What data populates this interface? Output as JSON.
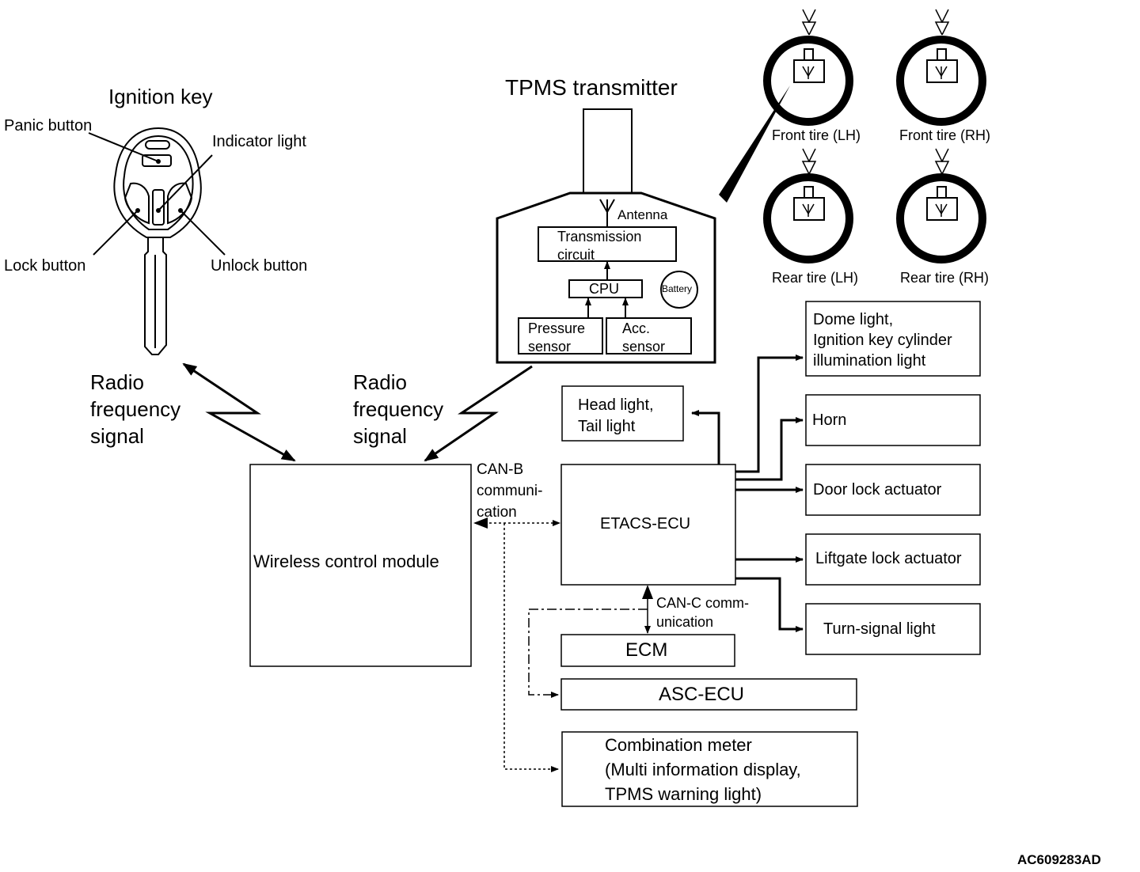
{
  "ignition_key": {
    "title": "Ignition key",
    "panic_button": "Panic button",
    "indicator_light": "Indicator light",
    "lock_button": "Lock button",
    "unlock_button": "Unlock button"
  },
  "rf_signal_left": {
    "line1": "Radio",
    "line2": "frequency",
    "line3": "signal"
  },
  "rf_signal_right": {
    "line1": "Radio",
    "line2": "frequency",
    "line3": "signal"
  },
  "tpms": {
    "title": "TPMS transmitter",
    "antenna": "Antenna",
    "transmission_circuit_1": "Transmission",
    "transmission_circuit_2": "circuit",
    "cpu": "CPU",
    "battery": "Battery",
    "pressure_sensor_1": "Pressure",
    "pressure_sensor_2": "sensor",
    "acc_sensor_1": "Acc.",
    "acc_sensor_2": "sensor"
  },
  "tires": {
    "front_lh": "Front tire (LH)",
    "front_rh": "Front tire (RH)",
    "rear_lh": "Rear tire (LH)",
    "rear_rh": "Rear tire (RH)"
  },
  "modules": {
    "wireless": "Wireless control module",
    "etacs": "ETACS-ECU",
    "ecm": "ECM",
    "asc": "ASC-ECU",
    "combo_meter_1": "Combination meter",
    "combo_meter_2": "(Multi information display,",
    "combo_meter_3": "TPMS warning light)"
  },
  "can_b": {
    "line1": "CAN-B",
    "line2": "communi-",
    "line3": "cation"
  },
  "can_c": {
    "line1": "CAN-C comm-",
    "line2": "unication"
  },
  "outputs": {
    "dome_1": "Dome light,",
    "dome_2": "Ignition key cylinder",
    "dome_3": "illumination light",
    "head_1": "Head light,",
    "head_2": "Tail light",
    "horn": "Horn",
    "door_lock": "Door lock actuator",
    "liftgate": "Liftgate lock actuator",
    "turn_signal": "Turn-signal light"
  },
  "figure_id": "AC609283AD"
}
